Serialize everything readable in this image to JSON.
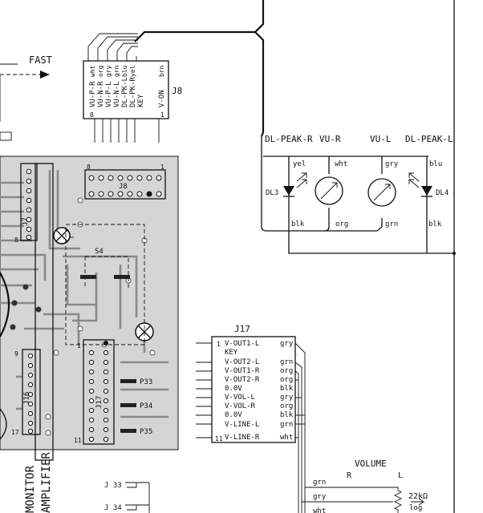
{
  "fast_label": "FAST",
  "j8": {
    "name": "J8",
    "pins": [
      "VU-P-R",
      "VU-N-R",
      "VU-P-L",
      "VU-N-L",
      "DL-PK-L",
      "DL-PK-R",
      "KEY",
      "V-ON"
    ],
    "wire_colors": [
      "wht",
      "org",
      "gry",
      "grn",
      "blu",
      "yel",
      "",
      "brn"
    ],
    "pin_first": "8",
    "pin_last": "1"
  },
  "meters": {
    "labels": [
      "DL-PEAK-R",
      "VU-R",
      "VU-L",
      "DL-PEAK-L"
    ],
    "top_colors": [
      "yel",
      "wht",
      "gry",
      "blu"
    ],
    "bottom_colors": [
      "blk",
      "org",
      "grn",
      "blk"
    ],
    "dl3": "DL3",
    "dl4": "DL4"
  },
  "pcb": {
    "header_first": "8",
    "header_last": "1",
    "header_name": "J8",
    "j7": "J7",
    "j7_pin8": "8",
    "s4": "S4",
    "j16": "J16",
    "j16_pin9": "9",
    "j16_pin17": "17",
    "j17": "J17",
    "j17_pin1": "1",
    "j17_pin11": "11",
    "p33": "P33",
    "p34": "P34",
    "p35": "P35"
  },
  "j17_conn": {
    "title": "J17",
    "pins": [
      "V-OUT1-L",
      "KEY",
      "V-OUT2-L",
      "V-OUT1-R",
      "V-OUT2-R",
      "0.0V",
      "V-VOL-L",
      "V-VOL-R",
      "0.0V",
      "V-LINE-L",
      "V-LINE-R"
    ],
    "colors": [
      "gry",
      "",
      "grn",
      "org",
      "org",
      "blk",
      "gry",
      "org",
      "blk",
      "grn",
      "wht"
    ],
    "first": "1",
    "last": "11"
  },
  "volume": {
    "title": "VOLUME",
    "r": "R",
    "l": "L",
    "wires": [
      "grn",
      "gry",
      "wht"
    ],
    "value": "22kΩ",
    "taper": "log"
  },
  "bottom_left": {
    "j33": "J 33",
    "j34": "J 34",
    "monitor": "MONITOR",
    "amplifier": "AMPLIFIER"
  }
}
